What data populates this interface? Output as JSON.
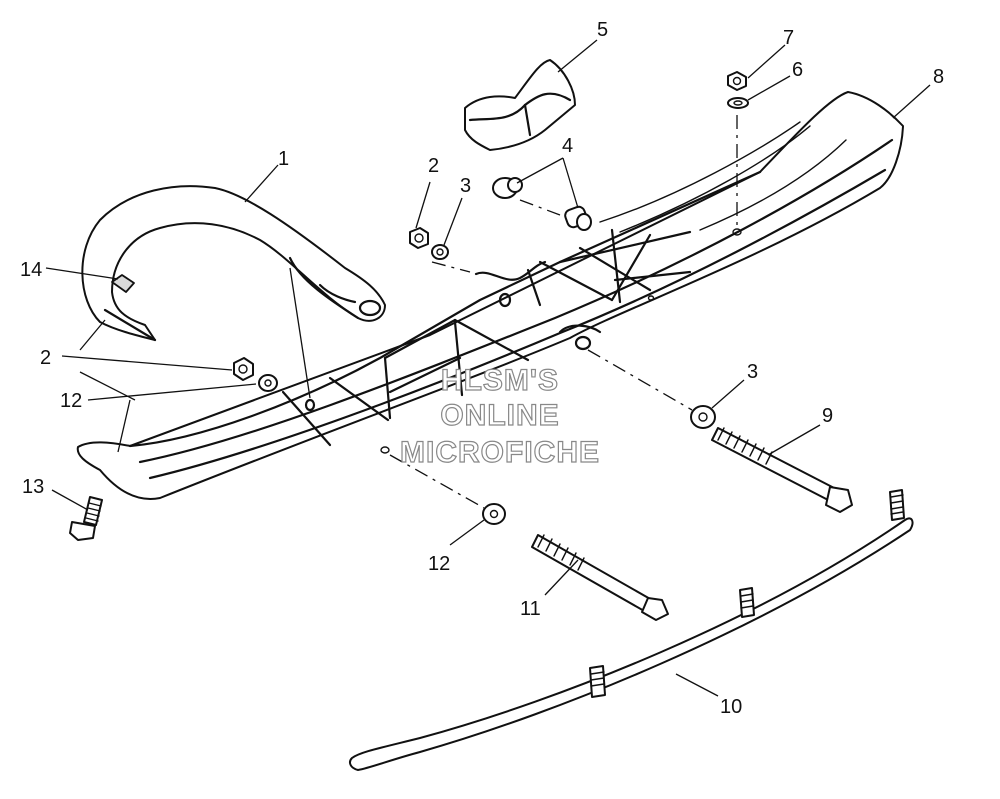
{
  "watermark": {
    "line1": "HLSM'S",
    "line2": "ONLINE",
    "line3": "MICROFICHE"
  },
  "callouts": {
    "c1": "1",
    "c2a": "2",
    "c2b": "2",
    "c3a": "3",
    "c3b": "3",
    "c4": "4",
    "c5": "5",
    "c6": "6",
    "c7": "7",
    "c8": "8",
    "c9": "9",
    "c10": "10",
    "c11": "11",
    "c12a": "12",
    "c12b": "12",
    "c13": "13",
    "c14": "14"
  }
}
